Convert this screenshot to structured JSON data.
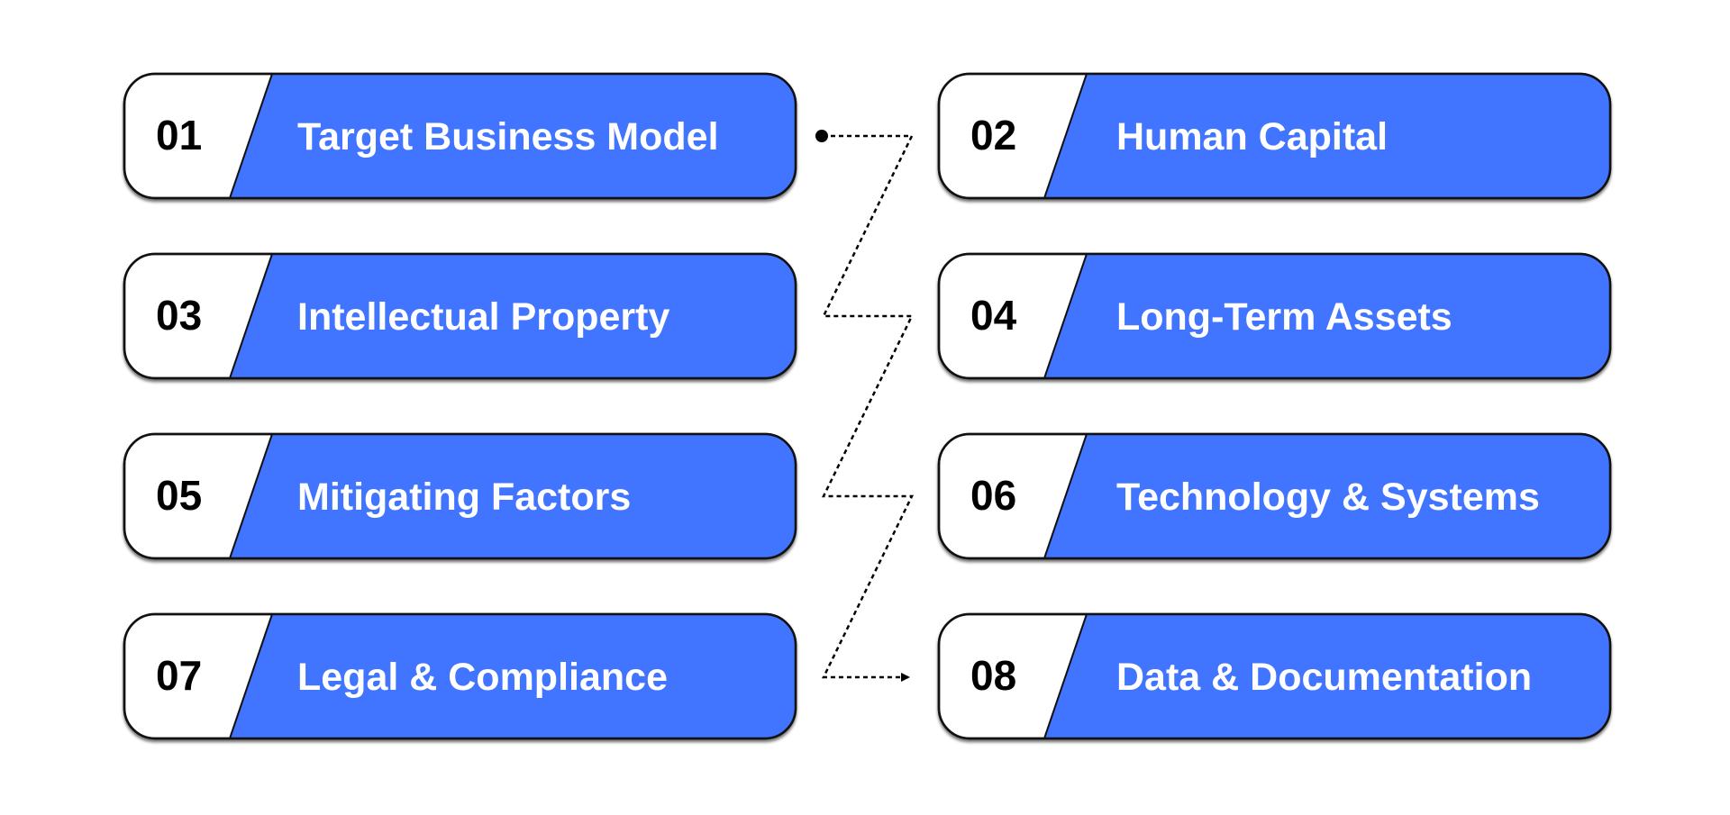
{
  "diagram": {
    "colors": {
      "accent": "#4174FF",
      "outline": "#111111",
      "number_text": "#000000",
      "label_text": "#ffffff",
      "connector": "#000000",
      "background": "#ffffff"
    },
    "steps": [
      {
        "number": "01",
        "label": "Target Business Model"
      },
      {
        "number": "02",
        "label": "Human Capital"
      },
      {
        "number": "03",
        "label": "Intellectual Property"
      },
      {
        "number": "04",
        "label": "Long-Term Assets"
      },
      {
        "number": "05",
        "label": "Mitigating Factors"
      },
      {
        "number": "06",
        "label": "Technology & Systems"
      },
      {
        "number": "07",
        "label": "Legal & Compliance"
      },
      {
        "number": "08",
        "label": "Data & Documentation"
      }
    ]
  }
}
